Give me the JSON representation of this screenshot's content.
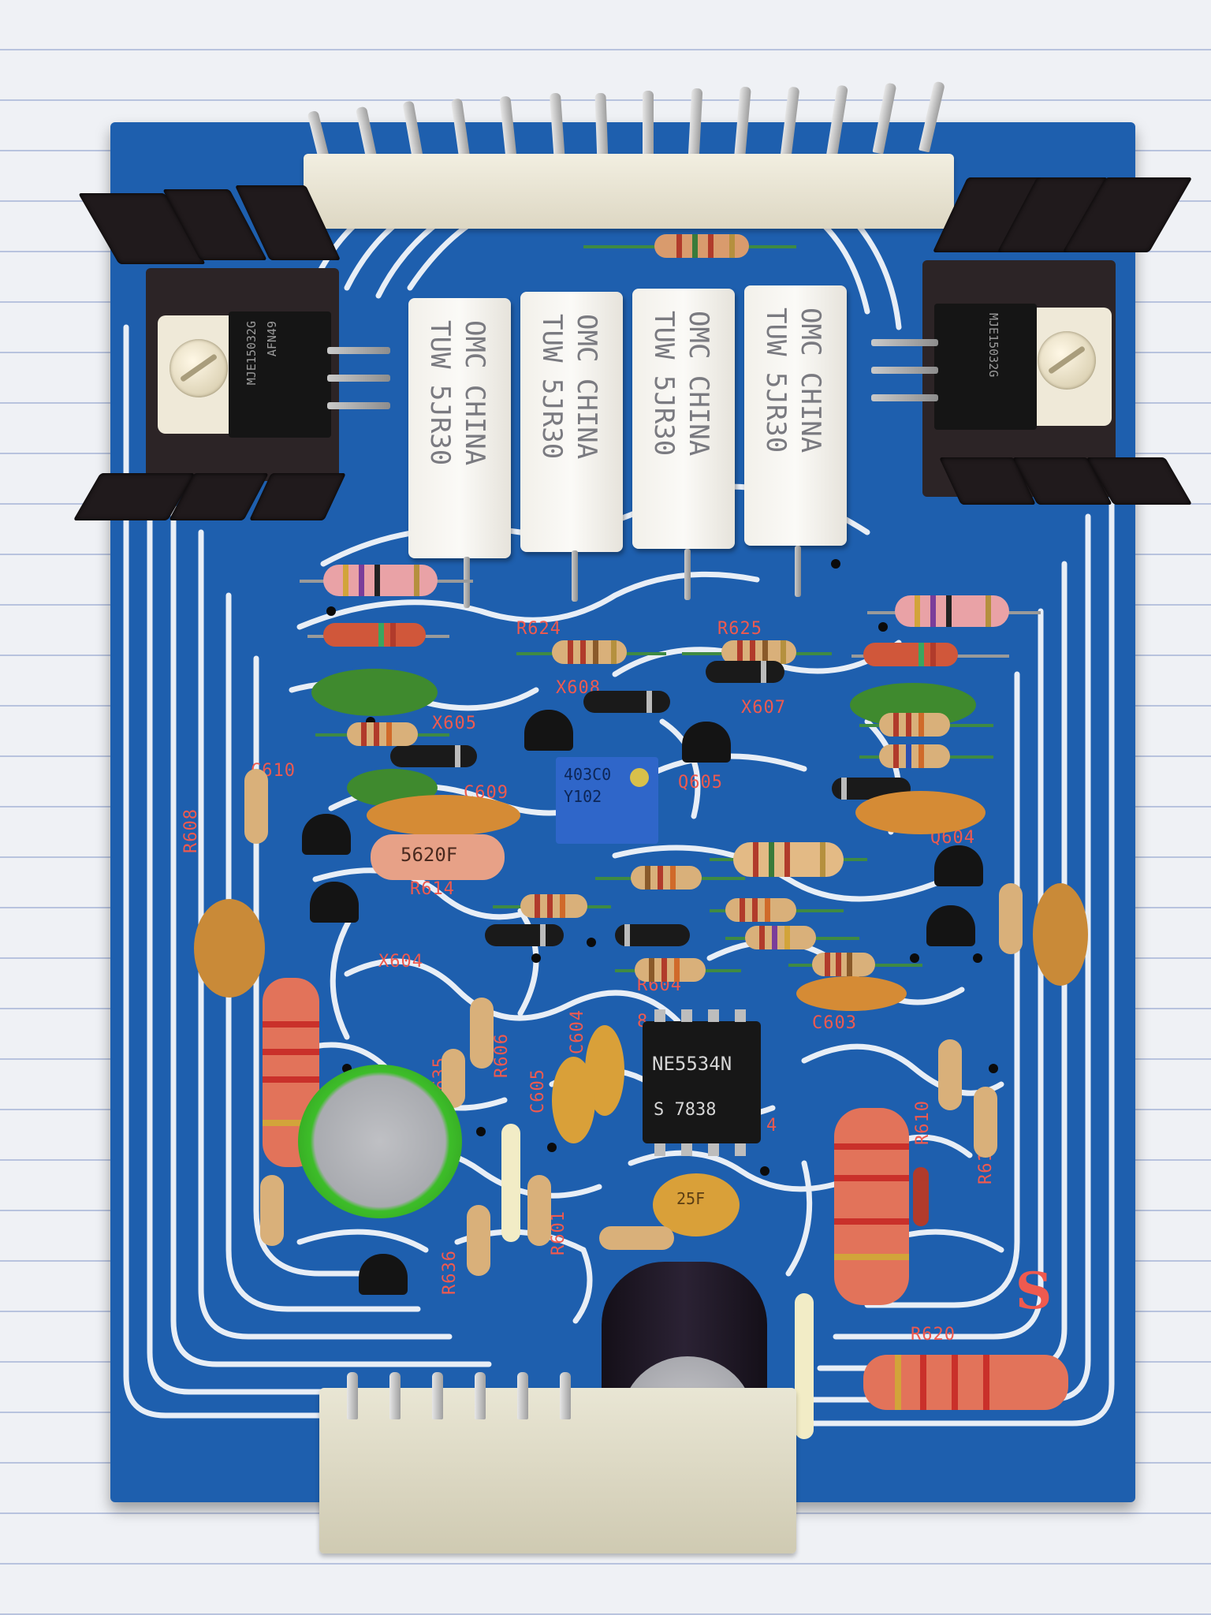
{
  "board": {
    "background_color": "#1e5fae",
    "trace_color": "#e8eef6",
    "silkscreen_color": "#ef5a4f"
  },
  "components": {
    "power_resistors": [
      "OMC CHINA\nTUW 5JR30",
      "OMC CHINA\nTUW 5JR30",
      "OMC CHINA\nTUW 5JR30",
      "OMC CHINA\nTUW 5JR30"
    ],
    "transistor_left": "MJE15032G",
    "transistor_left_code": "AFN49",
    "transistor_right": "MJE15032G",
    "ic_part": "NE5534N",
    "ic_code": "S 7838",
    "trimmer_line1": "403C0",
    "trimmer_line2": "Y102",
    "film_cap": "5620F",
    "ceramic_cap": "25F",
    "ic_pin_label_left": "8",
    "ic_pin_label_right": "4"
  },
  "silkscreen": {
    "r624": "R624",
    "r625": "R625",
    "x608": "X608",
    "x607": "X607",
    "x605": "X605",
    "c609": "C609",
    "c610": "C610",
    "q605": "Q605",
    "r608": "R608",
    "r614": "R614",
    "x604": "X604",
    "r604": "R604",
    "c603": "C603",
    "q604": "Q604",
    "r606": "R606",
    "r635": "R635",
    "c604": "C604",
    "c605": "C605",
    "r610": "R610",
    "r611": "R611",
    "r636": "R636",
    "r601": "R601",
    "r620": "R620",
    "logo": "S"
  }
}
